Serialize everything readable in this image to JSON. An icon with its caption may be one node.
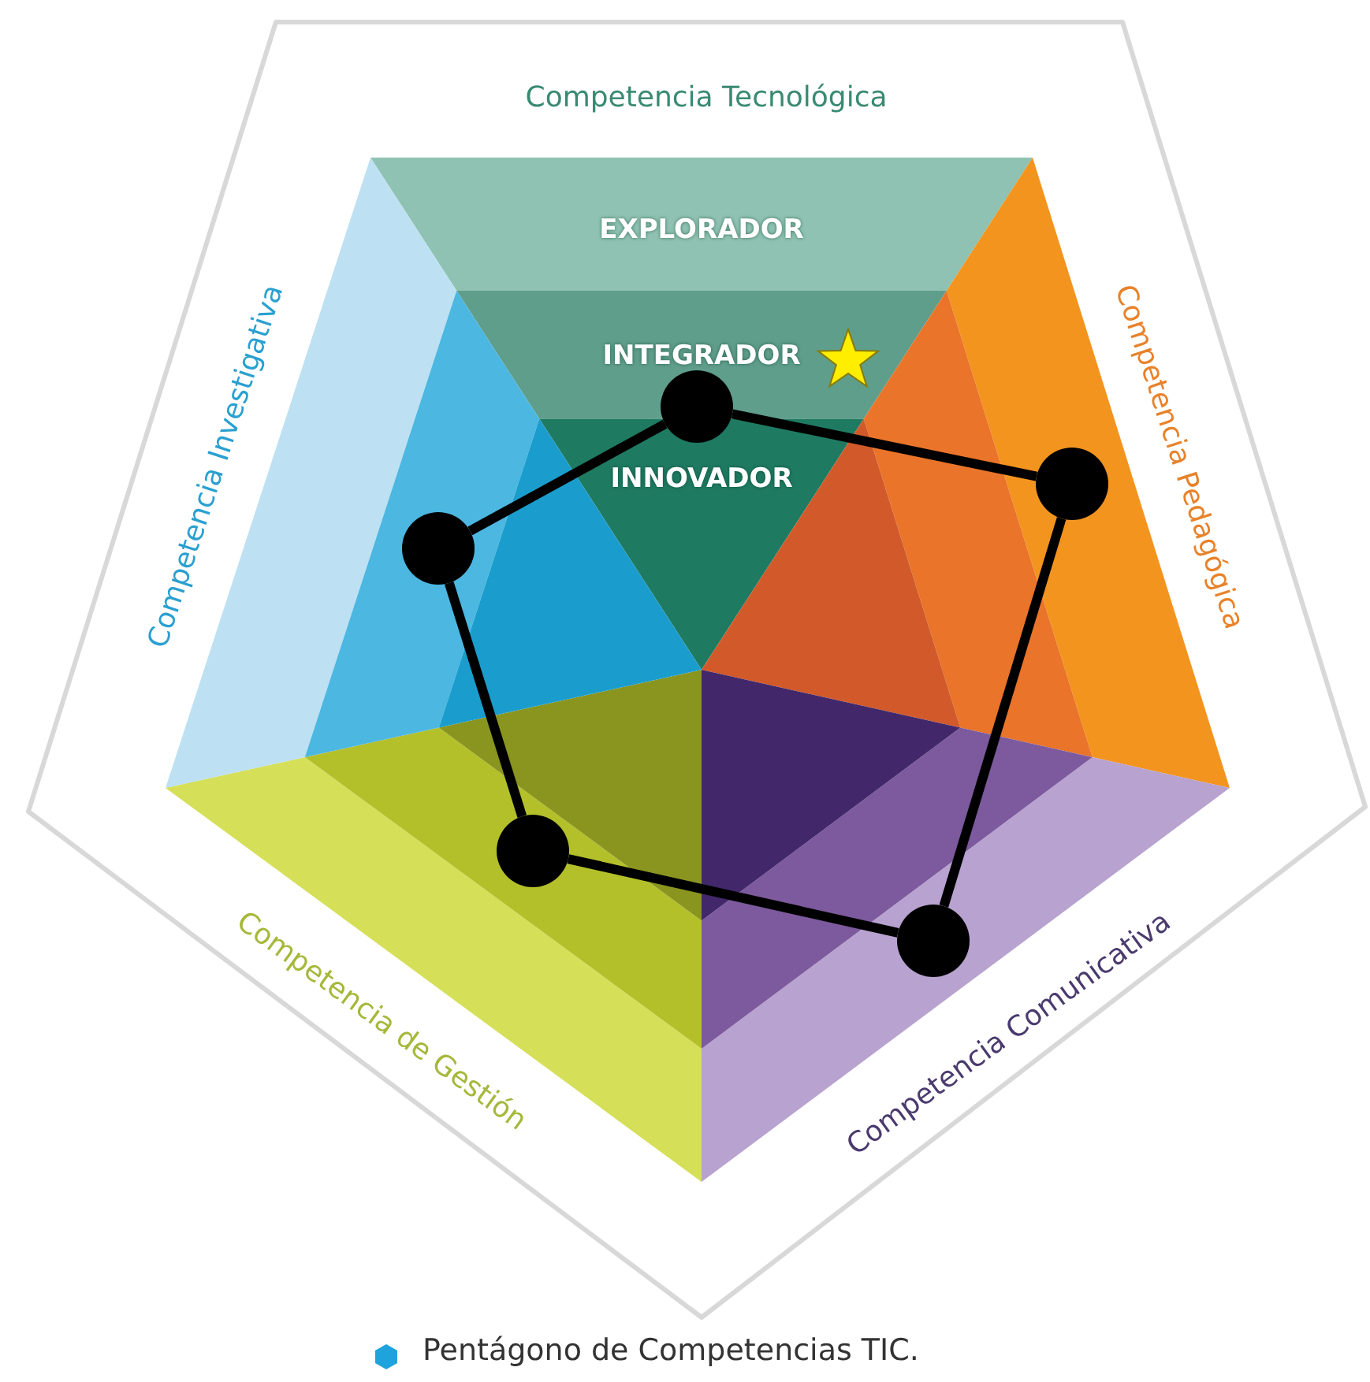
{
  "diagram": {
    "caption": "Pentágono de Competencias TIC.",
    "nodes": [
      {
        "text": [],
        "shape": "circle"
      },
      {
        "text": [],
        "shape": "circle"
      },
      {
        "text": [],
        "shape": "circle"
      },
      {
        "text": [],
        "shape": "circle"
      },
      {
        "text": [],
        "shape": "circle"
      }
    ],
    "edges": [
      {
        "from": 2,
        "to": 4,
        "arrow": "none"
      },
      {
        "from": 4,
        "to": 3,
        "arrow": "none"
      },
      {
        "from": 3,
        "to": 1,
        "arrow": "none"
      },
      {
        "from": 1,
        "to": 0,
        "arrow": "none"
      },
      {
        "from": 0,
        "to": 2,
        "arrow": "none"
      }
    ],
    "labels": [
      "Competencia Tecnológica",
      "EXPLORADOR",
      "INTEGRADOR",
      "INNOVADOR",
      "Competencia Investigativa",
      "Competencia Pedagógica",
      "Competencia de Gestión",
      "Competencia Comunicativa"
    ]
  }
}
